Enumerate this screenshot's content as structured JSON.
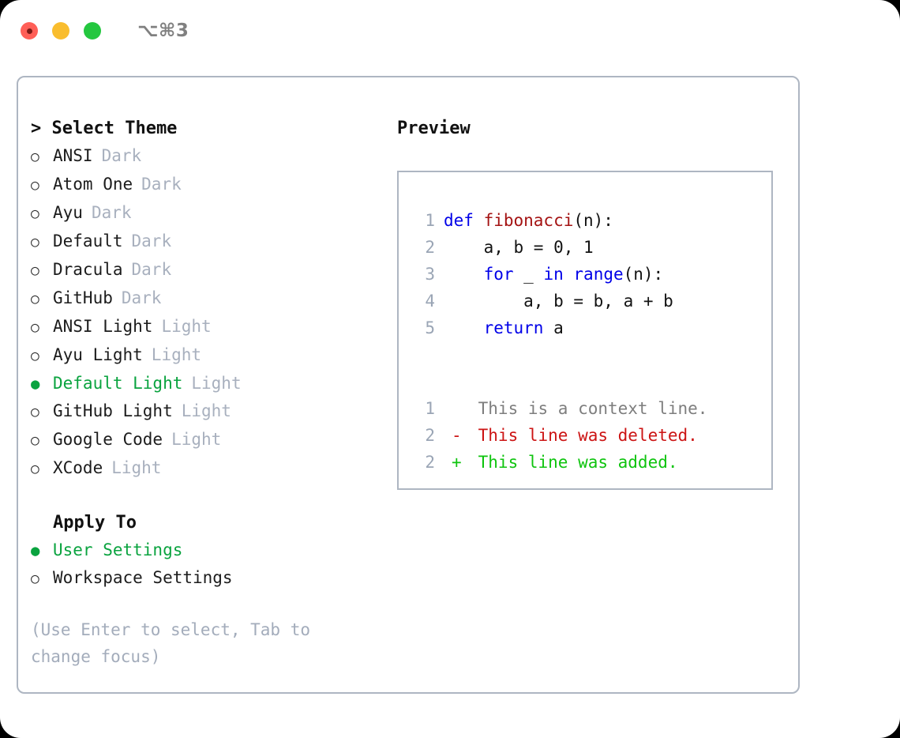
{
  "window": {
    "shortcut": "⌥⌘3",
    "traffic_lights": [
      {
        "name": "close",
        "color": "#ff5f57"
      },
      {
        "name": "minimize",
        "color": "#f9bd2e"
      },
      {
        "name": "zoom",
        "color": "#24c73f"
      }
    ]
  },
  "colors": {
    "accent_green": "#0aa33f",
    "panel_border": "#aeb6c2",
    "muted_text": "#a8b0be",
    "hint_text": "#a3acbb",
    "line_number": "#9aa5b5",
    "keyword_blue": "#0000e8",
    "function_red": "#a41313",
    "diff_delete": "#cc1414",
    "diff_add": "#0ec40e",
    "diff_context": "#7e7e7e"
  },
  "theme_picker": {
    "header": "> Select Theme",
    "items": [
      {
        "marker": "○",
        "label": "ANSI",
        "tag": "Dark",
        "selected": false
      },
      {
        "marker": "○",
        "label": "Atom One",
        "tag": "Dark",
        "selected": false
      },
      {
        "marker": "○",
        "label": "Ayu",
        "tag": "Dark",
        "selected": false
      },
      {
        "marker": "○",
        "label": "Default",
        "tag": "Dark",
        "selected": false
      },
      {
        "marker": "○",
        "label": "Dracula",
        "tag": "Dark",
        "selected": false
      },
      {
        "marker": "○",
        "label": "GitHub",
        "tag": "Dark",
        "selected": false
      },
      {
        "marker": "○",
        "label": "ANSI Light",
        "tag": "Light",
        "selected": false
      },
      {
        "marker": "○",
        "label": "Ayu Light",
        "tag": "Light",
        "selected": false
      },
      {
        "marker": "●",
        "label": "Default Light",
        "tag": "Light",
        "selected": true
      },
      {
        "marker": "○",
        "label": "GitHub Light",
        "tag": "Light",
        "selected": false
      },
      {
        "marker": "○",
        "label": "Google Code",
        "tag": "Light",
        "selected": false
      },
      {
        "marker": "○",
        "label": "XCode",
        "tag": "Light",
        "selected": false
      }
    ]
  },
  "apply_to": {
    "header": "Apply To",
    "items": [
      {
        "marker": "●",
        "label": "User Settings",
        "selected": true
      },
      {
        "marker": "○",
        "label": "Workspace Settings",
        "selected": false
      }
    ]
  },
  "hint": "(Use Enter to select, Tab to change focus)",
  "preview": {
    "header": "Preview",
    "code_lines": [
      {
        "number": "1",
        "tokens": [
          {
            "text": "def ",
            "kind": "kw"
          },
          {
            "text": "fibonacci",
            "kind": "fn"
          },
          {
            "text": "(n):",
            "kind": "plain"
          }
        ]
      },
      {
        "number": "2",
        "tokens": [
          {
            "text": "    a, b = 0, 1",
            "kind": "plain"
          }
        ]
      },
      {
        "number": "3",
        "tokens": [
          {
            "text": "    ",
            "kind": "plain"
          },
          {
            "text": "for",
            "kind": "kw"
          },
          {
            "text": " _ ",
            "kind": "plain"
          },
          {
            "text": "in",
            "kind": "kw"
          },
          {
            "text": " ",
            "kind": "plain"
          },
          {
            "text": "range",
            "kind": "kw"
          },
          {
            "text": "(n):",
            "kind": "plain"
          }
        ]
      },
      {
        "number": "4",
        "tokens": [
          {
            "text": "        a, b = b, a + b",
            "kind": "plain"
          }
        ]
      },
      {
        "number": "5",
        "tokens": [
          {
            "text": "    ",
            "kind": "plain"
          },
          {
            "text": "return",
            "kind": "kw"
          },
          {
            "text": " a",
            "kind": "plain"
          }
        ]
      }
    ],
    "diff_lines": [
      {
        "number": "1",
        "sign": " ",
        "text": " This is a context line.",
        "kind": "ctx"
      },
      {
        "number": "2",
        "sign": "-",
        "text": " This line was deleted.",
        "kind": "del"
      },
      {
        "number": "2",
        "sign": "+",
        "text": " This line was added.",
        "kind": "add"
      }
    ]
  }
}
